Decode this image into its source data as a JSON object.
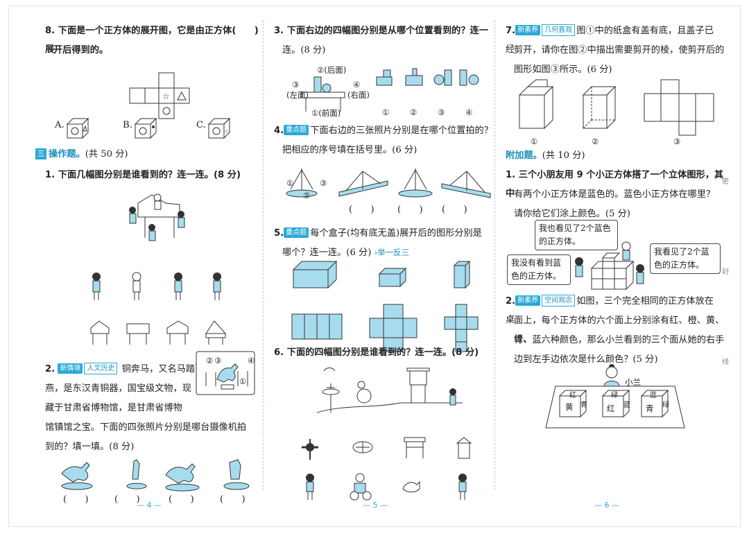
{
  "col1": {
    "q8": {
      "line1": "8. 下面是一个正方体的展开图，它是由正方体(　　)展",
      "line2": "开后得到的。"
    },
    "q8_options": {
      "a": "A.",
      "b": "B.",
      "c": "C."
    },
    "section": {
      "num": "三",
      "title": "操作题。",
      "note": "(共 50 分)"
    },
    "q1": {
      "text": "1. 下面几幅图分别是谁看到的？连一连。(8 分)"
    },
    "q2": {
      "num": "2.",
      "tag1": "新情境",
      "tag2": "人文历史",
      "lines": [
        "铜奔马，又名马踏飞",
        "燕，是东汉青铜器，国宝级文物，现",
        "藏于甘肃省博物馆，是甘肃省博物",
        "馆镇馆之宝。下面的四张照片分别是哪台摄像机拍",
        "到的？填一填。(8 分)"
      ],
      "cams": [
        "②",
        "③",
        "①",
        "④"
      ]
    },
    "q2_blanks": [
      "(　　)",
      "(　　)",
      "(　　)",
      "(　　)"
    ],
    "page_num": "— 4 —"
  },
  "col2": {
    "q3": {
      "line1": "3. 下面右边的四幅图分别是从哪个位置看到的？连一",
      "line2": "连。(8 分)"
    },
    "q3_labels": {
      "back": "②(后面)",
      "left_num": "③",
      "left": "(左面)",
      "right_num": "④",
      "right": "(右面)",
      "front": "①(前面)"
    },
    "q3_nums": [
      "①",
      "②",
      "③",
      "④"
    ],
    "q4": {
      "num": "4.",
      "tag": "重点题",
      "line1": "下面右边的三张照片分别是在哪个位置拍的？",
      "line2": "把相应的序号填在括号里。(6 分)"
    },
    "q4_labels": {
      "one": "①",
      "two": "②",
      "three": "③"
    },
    "q4_blanks": [
      "(　　)",
      "(　　)",
      "(　　)"
    ],
    "q5": {
      "num": "5.",
      "tag": "重点题",
      "line1": "每个盒子(均有底无盖)展开后的图形分别是",
      "line2": "哪个？连一连。(6 分)",
      "link": "举一反三"
    },
    "q6": {
      "text": "6. 下面的四幅图分别是谁看到的？连一连。(8 分)"
    },
    "page_num": "— 5 —"
  },
  "col3": {
    "q7": {
      "num": "7.",
      "tag1": "新素养",
      "tag2": "几何直观",
      "lines": [
        "图①中的纸盒有盖有底，且盖子已经",
        "剪开，请你在图②中描出需要剪开的棱，使剪开后的",
        "图形如图③所示。(6 分)"
      ]
    },
    "q7_labels": [
      "①",
      "②",
      "③"
    ],
    "bonus": {
      "title": "附加题。",
      "note": "(共 10 分)"
    },
    "b1": {
      "lines": [
        "1. 三个小朋友用 9 个小正方体搭了一个立体图形，其中",
        "有两个小正方体是蓝色的。蓝色小正方体在哪里？",
        "请你给它们涂上颜色。(5 分)"
      ]
    },
    "b1_bubbles": {
      "top": "我也看见了2个蓝色的正方体。",
      "left": "我没有看到蓝色的正方体。",
      "right": "我看见了2个蓝色的正方体。"
    },
    "b2": {
      "num": "2.",
      "tag1": "新素养",
      "tag2": "空间观念",
      "lines": [
        "如图，三个完全相同的正方体放在桌",
        "面上，每个正方体的六个面上分别涂有红、橙、黄、绿、",
        "青、蓝六种颜色，那么小兰看到的三个面从她的右手",
        "边到左手边依次是什么颜色？(5 分)"
      ]
    },
    "b2_name": "小兰",
    "b2_cubes": [
      {
        "top": "红",
        "front": "黄",
        "side": "青"
      },
      {
        "top": "绿",
        "front": "红",
        "side": "蓝"
      },
      {
        "top": "蓝",
        "front": "青",
        "side": "绿"
      }
    ],
    "page_num": "— 6 —"
  },
  "binding": [
    "密",
    "封",
    "线"
  ]
}
